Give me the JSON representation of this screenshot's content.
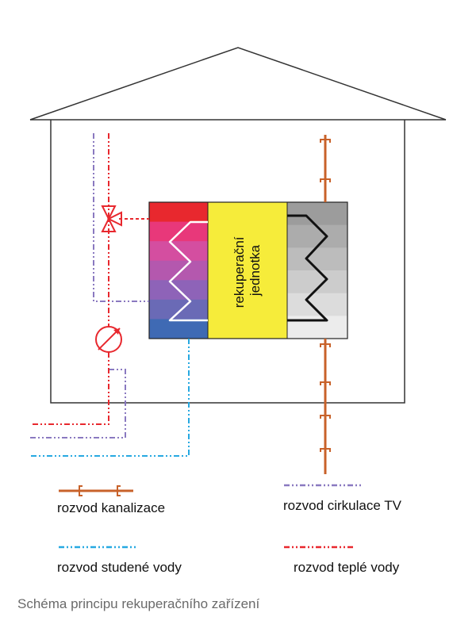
{
  "unit_label": [
    "rekuperační",
    "jednotka"
  ],
  "legend": {
    "sewer": "rozvod kanalizace",
    "circulation": "rozvod cirkulace TV",
    "cold_water": "rozvod studené vody",
    "hot_water": "rozvod teplé vody"
  },
  "caption": "Schéma principu rekuperačního zařízení",
  "colors": {
    "house_outline": "#333333",
    "hot_water": "#e8282e",
    "cold_water": "#27a9e1",
    "circulation": "#8a79c0",
    "sewer": "#c8622a",
    "unit_center": "#f6ec3a",
    "unit_left_gradient": [
      "#e8282e",
      "#e8387a",
      "#d44ea0",
      "#b458ae",
      "#8e63b8",
      "#6a6ab6",
      "#3f6ab4"
    ],
    "unit_right_gradient": [
      "#9c9c9c",
      "#acacac",
      "#bcbcbc",
      "#cccccc",
      "#dcdcdc",
      "#ececec"
    ]
  }
}
